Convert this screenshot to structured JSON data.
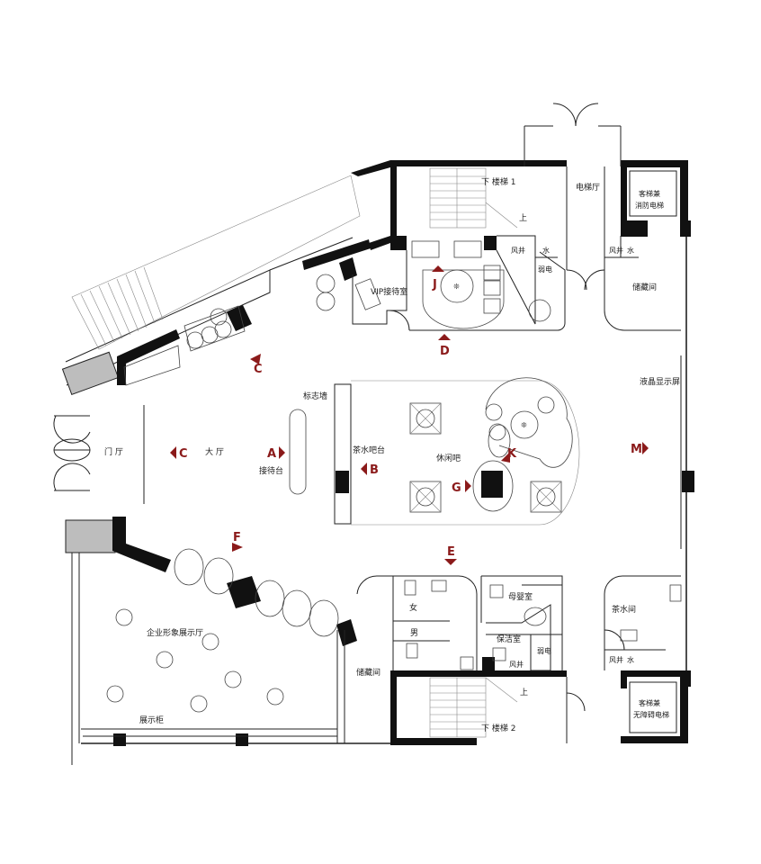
{
  "colors": {
    "wall": "#111111",
    "marker": "#8b1a1a",
    "line": "#222222",
    "fill_grey": "#bdbdbd"
  },
  "rooms": {
    "stair1": "下    楼梯 1",
    "stair1_up": "上",
    "stair2": "下    楼梯 2",
    "stair2_up": "上",
    "elevator_hall": "电梯厅",
    "fire_elevator_1": "客梯兼",
    "fire_elevator_2": "消防电梯",
    "accessible_elevator_1": "客梯兼",
    "accessible_elevator_2": "无障碍电梯",
    "vip": "VIP接待室",
    "storage_top": "储藏间",
    "storage_bottom": "储藏间",
    "signage_wall": "标志墙",
    "tea_bar": "茶水吧台",
    "lounge": "休闲吧",
    "reception": "接待台",
    "door": "门    厅",
    "lobby": "大    厅",
    "lcd": "液晶显示屏",
    "exhibit_hall": "企业形象展示厅",
    "display_cabinet": "展示柜",
    "female": "女",
    "male": "男",
    "mother_baby": "母婴室",
    "cleaning": "保洁室",
    "tea_room": "茶水间",
    "shaft_wind_a": "风井",
    "shaft_water_a": "水",
    "shaft_elec_a": "弱电",
    "shaft_wind_b": "风井",
    "shaft_water_b": "水",
    "shaft_wind_c": "风井",
    "shaft_elec_c": "弱电",
    "shaft_wind_d": "风井",
    "shaft_water_d": "水"
  },
  "markers": {
    "A": "A",
    "B": "B",
    "C1": "C",
    "C2": "C",
    "D": "D",
    "E": "E",
    "F": "F",
    "G": "G",
    "J": "J",
    "K": "K",
    "M": "M"
  }
}
